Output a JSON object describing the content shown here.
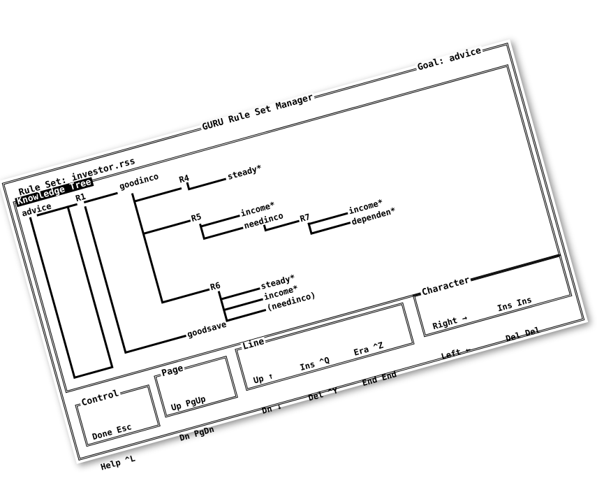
{
  "header": {
    "title": "GURU Rule Set Manager",
    "rule_set": "Rule Set: investor.rss",
    "goal": "Goal: advice",
    "tree_label": "Knowledge Tree"
  },
  "tree": {
    "nodes": {
      "advice": "advice",
      "r1": "R1",
      "goodinco": "goodinco",
      "r4": "R4",
      "steady1": "steady*",
      "r5": "R5",
      "income1": "income*",
      "needinco": "needinco",
      "r7": "R7",
      "income2": "income*",
      "dependen": "dependen*",
      "r6": "R6",
      "steady2": "steady*",
      "income3": "income*",
      "needinco_paren": "(needinco)",
      "goodsave": "goodsave"
    }
  },
  "panels": {
    "control": {
      "title": "Control",
      "lines": [
        "Done Esc",
        "Help ^L"
      ]
    },
    "page": {
      "title": "Page",
      "lines": [
        "Up PgUp",
        "Dn PgDn"
      ]
    },
    "line": {
      "title": "Line",
      "col1": [
        "Up ↑",
        "Dn ↓"
      ],
      "col2": [
        "Ins ^Q",
        "Del ^Y"
      ],
      "col3": [
        "Era ^Z",
        "End End"
      ]
    },
    "character": {
      "title": "Character",
      "col1": [
        "Right →",
        "Left ←"
      ],
      "col2": [
        "Ins Ins",
        "Del Del"
      ]
    }
  }
}
